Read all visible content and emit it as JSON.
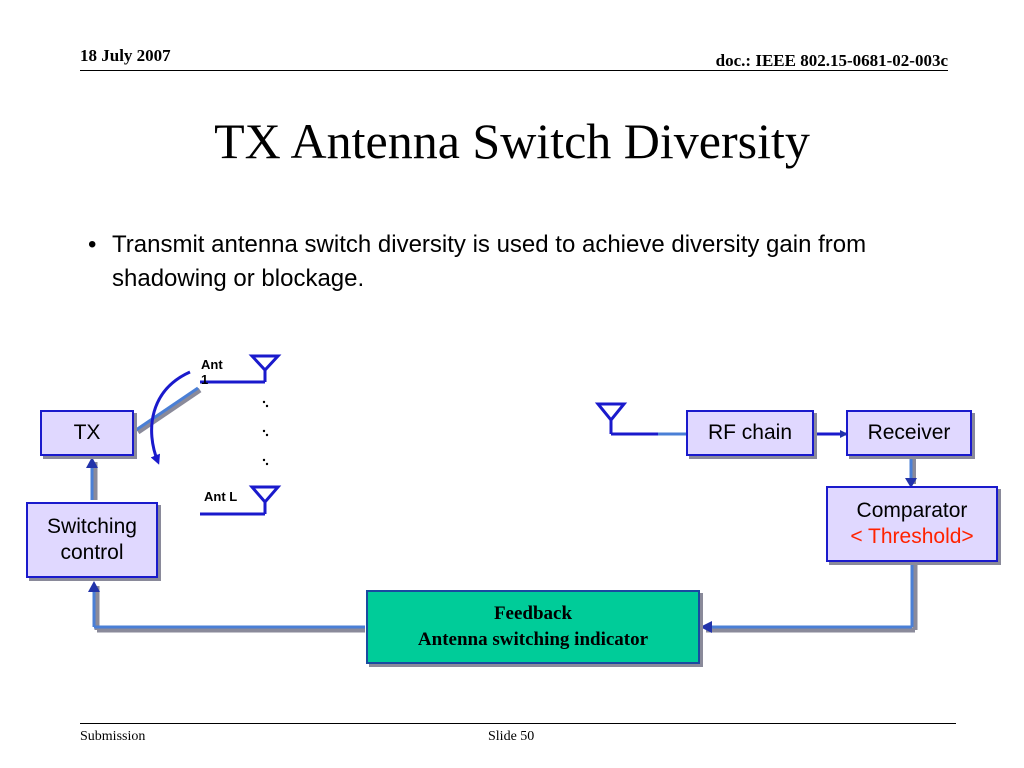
{
  "header": {
    "date": "18 July 2007",
    "doc_id": "doc.: IEEE 802.15-0681-02-003c"
  },
  "slide": {
    "title": "TX  Antenna Switch Diversity",
    "bullet_marker": "•",
    "bullet_text": "Transmit antenna switch diversity is used to achieve diversity gain from shadowing or blockage."
  },
  "diagram": {
    "tx_label": "TX",
    "switching_control_line1": "Switching",
    "switching_control_line2": "control",
    "ant1_label_line1": "Ant",
    "ant1_label_line2": "1",
    "antL_label": "Ant L",
    "rf_chain_label": "RF chain",
    "receiver_label": "Receiver",
    "comparator_label": "Comparator",
    "threshold_label": "< Threshold>",
    "feedback_line1": "Feedback",
    "feedback_line2": "Antenna switching indicator",
    "colors": {
      "box_fill": "#e0d8ff",
      "box_border": "#1a1acc",
      "feedback_fill": "#00cc99",
      "threshold_text": "#ff2200",
      "line": "#4a7fd6"
    }
  },
  "footer": {
    "left": "Submission",
    "center": "Slide 50"
  }
}
